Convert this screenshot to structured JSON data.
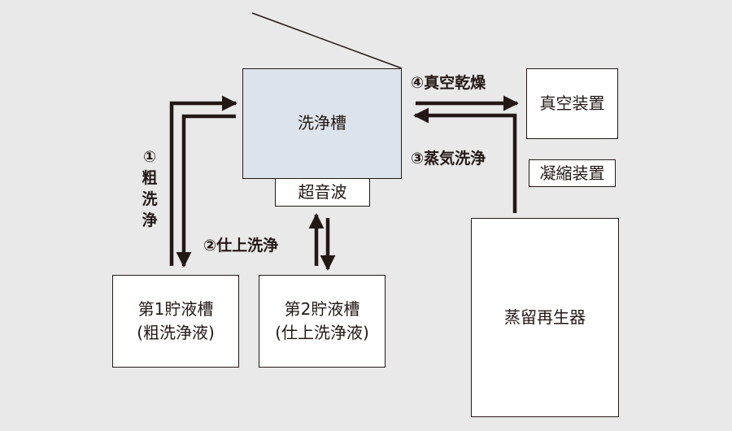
{
  "boxes": {
    "cleaning_tank": "洗浄槽",
    "ultrasonic": "超音波",
    "vacuum_device": "真空装置",
    "condenser": "凝縮装置",
    "tank1": {
      "line1": "第1貯液槽",
      "line2": "(粗洗浄液)"
    },
    "tank2": {
      "line1": "第2貯液槽",
      "line2": "(仕上洗浄液)"
    },
    "regenerator": "蒸留再生器"
  },
  "steps": {
    "step1": {
      "num": "①",
      "chars": [
        "粗",
        "洗",
        "浄"
      ]
    },
    "step2": "②仕上洗浄",
    "step3": "③蒸気洗浄",
    "step4": "④真空乾燥"
  },
  "colors": {
    "line": "#231815",
    "tank_fill": "#dde3ea",
    "background": "#e9e9e9"
  }
}
